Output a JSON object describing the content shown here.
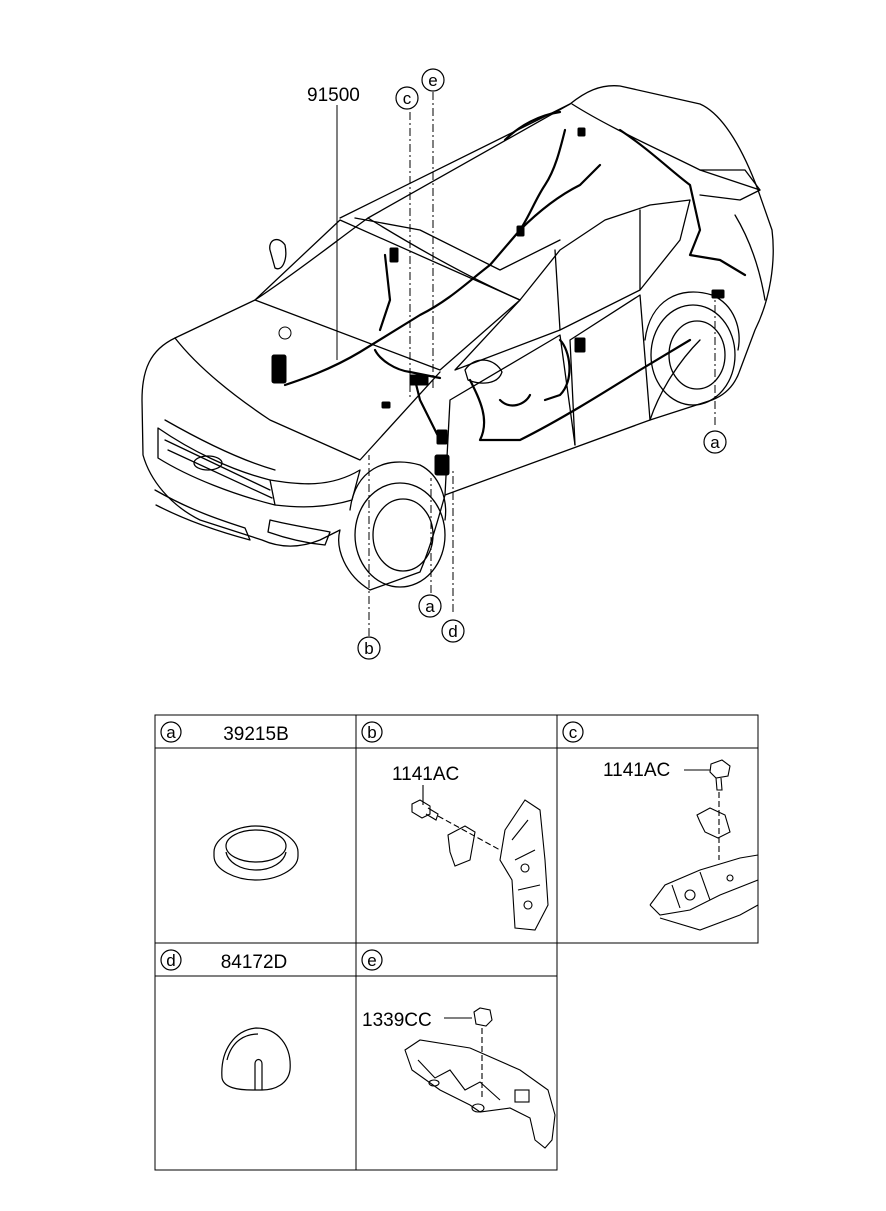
{
  "main_part_number": "91500",
  "callouts": {
    "a": "a",
    "b": "b",
    "c": "c",
    "d": "d",
    "e": "e"
  },
  "parts_table": {
    "cells": [
      {
        "letter": "a",
        "part_number": "39215B",
        "hardware_label": ""
      },
      {
        "letter": "b",
        "part_number": "",
        "hardware_label": "1141AC"
      },
      {
        "letter": "c",
        "part_number": "",
        "hardware_label": "1141AC"
      },
      {
        "letter": "d",
        "part_number": "84172D",
        "hardware_label": ""
      },
      {
        "letter": "e",
        "part_number": "",
        "hardware_label": "1339CC"
      }
    ]
  }
}
